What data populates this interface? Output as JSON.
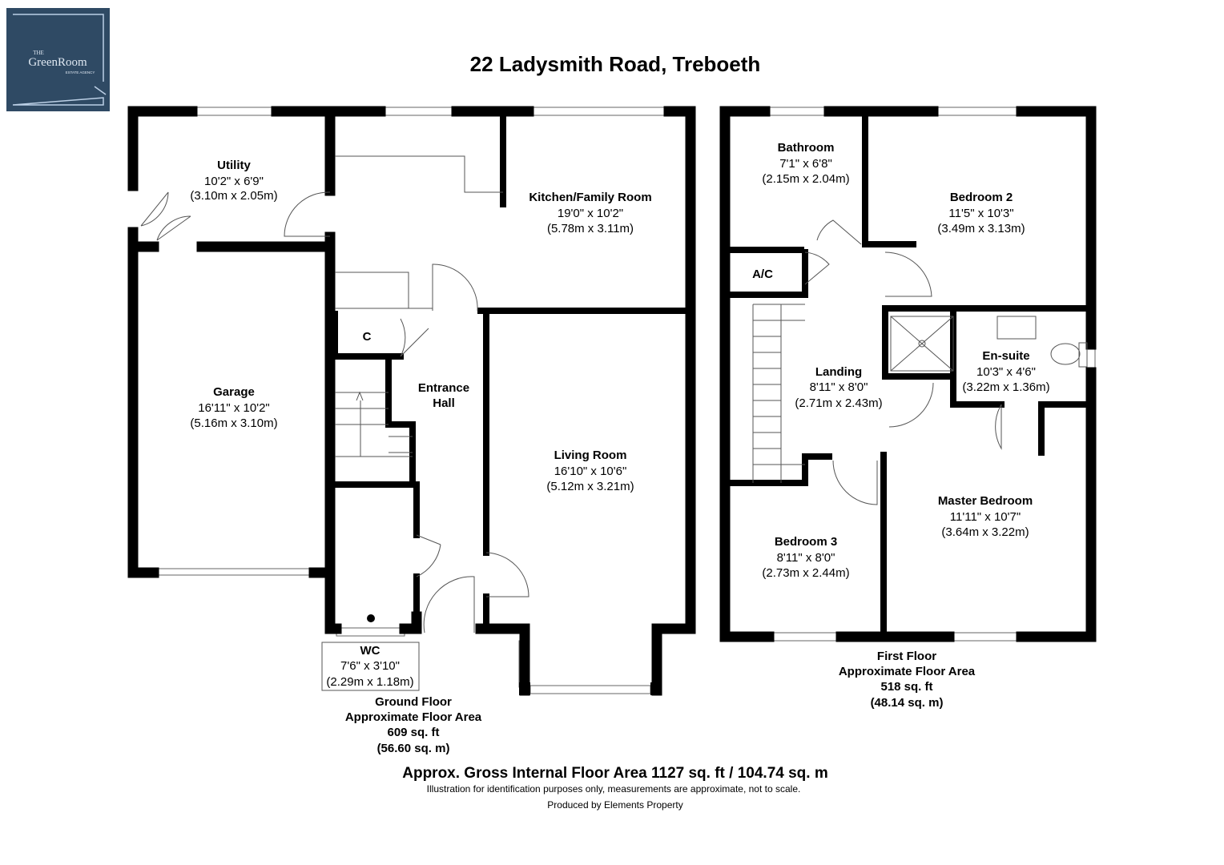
{
  "logo": {
    "line1": "THE",
    "line2": "GreenRoom",
    "line3": "ESTATE AGENCY",
    "bg_color": "#2f4a64"
  },
  "title": "22 Ladysmith Road, Treboeth",
  "ground_floor": {
    "rooms": [
      {
        "name": "Utility",
        "imperial": "10'2\" x 6'9\"",
        "metric": "(3.10m x 2.05m)"
      },
      {
        "name": "Kitchen/Family Room",
        "imperial": "19'0\" x 10'2\"",
        "metric": "(5.78m x 3.11m)"
      },
      {
        "name": "Garage",
        "imperial": "16'11\" x 10'2\"",
        "metric": "(5.16m x 3.10m)"
      },
      {
        "name": "Entrance",
        "name2": "Hall"
      },
      {
        "name": "Living Room",
        "imperial": "16'10\" x 10'6\"",
        "metric": "(5.12m x 3.21m)"
      },
      {
        "name": "WC",
        "imperial": "7'6\" x 3'10\"",
        "metric": "(2.29m x 1.18m)"
      },
      {
        "name": "C"
      }
    ],
    "area": {
      "label": "Ground Floor",
      "sub": "Approximate Floor Area",
      "sqft": "609 sq. ft",
      "sqm": "(56.60 sq. m)"
    }
  },
  "first_floor": {
    "rooms": [
      {
        "name": "Bathroom",
        "imperial": "7'1\" x 6'8\"",
        "metric": "(2.15m x 2.04m)"
      },
      {
        "name": "Bedroom 2",
        "imperial": "11'5\" x 10'3\"",
        "metric": "(3.49m x 3.13m)"
      },
      {
        "name": "A/C"
      },
      {
        "name": "Landing",
        "imperial": "8'11\" x 8'0\"",
        "metric": "(2.71m x 2.43m)"
      },
      {
        "name": "En-suite",
        "imperial": "10'3\" x 4'6\"",
        "metric": "(3.22m x 1.36m)"
      },
      {
        "name": "Master Bedroom",
        "imperial": "11'11\" x 10'7\"",
        "metric": "(3.64m x 3.22m)"
      },
      {
        "name": "Bedroom 3",
        "imperial": "8'11\" x 8'0\"",
        "metric": "(2.73m x 2.44m)"
      }
    ],
    "area": {
      "label": "First Floor",
      "sub": "Approximate Floor Area",
      "sqft": "518 sq. ft",
      "sqm": "(48.14 sq. m)"
    }
  },
  "footer": {
    "gross": "Approx. Gross Internal Floor Area 1127 sq. ft / 104.74 sq. m",
    "disclaimer": "Illustration for identification purposes only, measurements are approximate, not to scale.",
    "producer": "Produced by Elements Property"
  }
}
